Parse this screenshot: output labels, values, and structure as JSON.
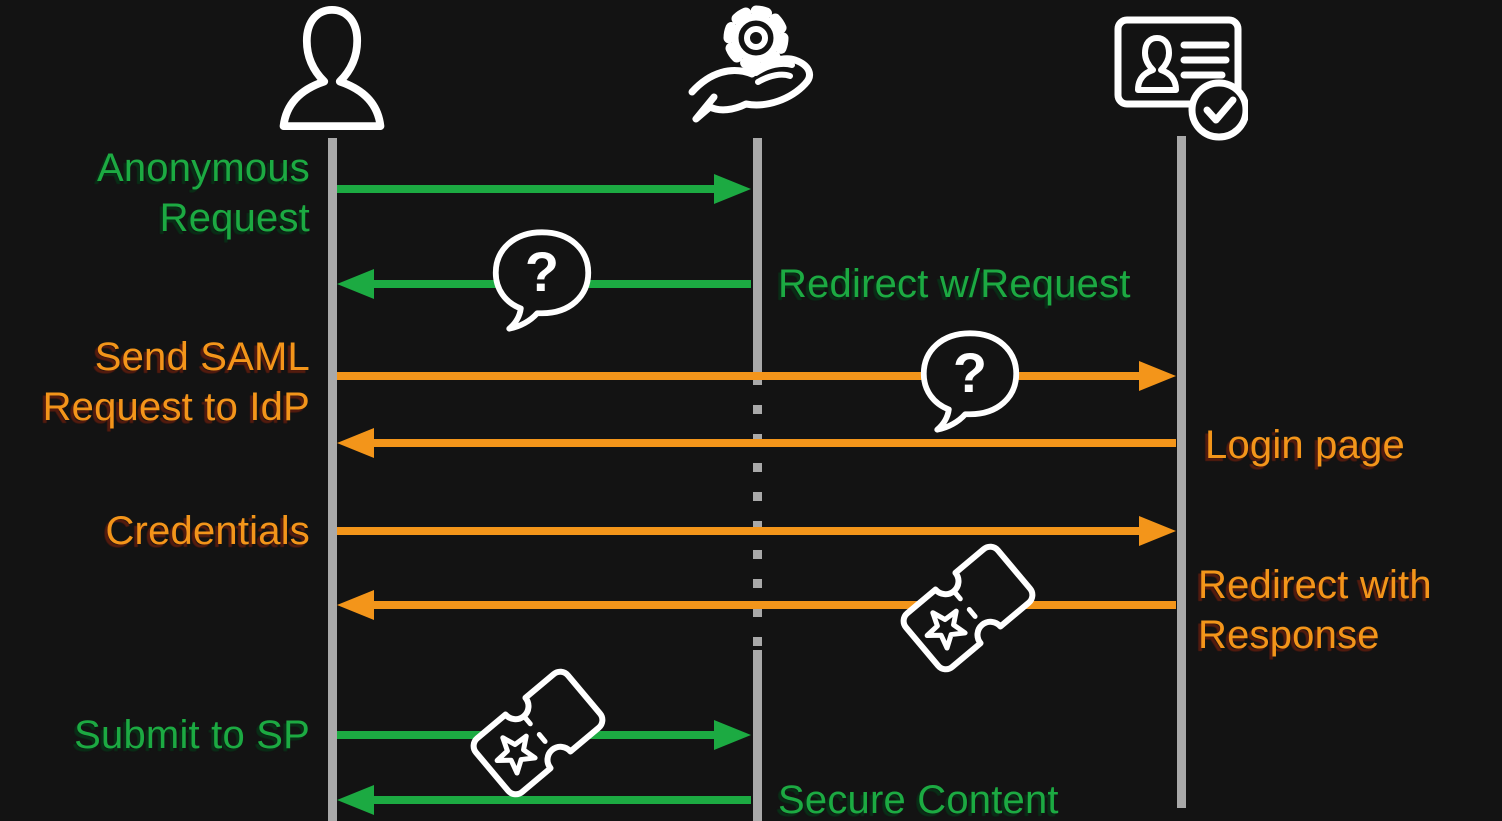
{
  "background": "#131313",
  "colors": {
    "green": "#1caa42",
    "orange": "#f3951a",
    "lifeline": "#a9a9a9",
    "icon_stroke": "#ffffff",
    "background": "#131313"
  },
  "actors": [
    {
      "name": "user",
      "icon": "person-icon"
    },
    {
      "name": "service-provider",
      "icon": "gear-in-hand-icon"
    },
    {
      "name": "identity-provider",
      "icon": "id-card-verified-icon"
    }
  ],
  "question_mark": "?",
  "messages": [
    {
      "label": "Anonymous\nRequest",
      "color": "green",
      "direction": "right",
      "from": "user",
      "to": "service-provider",
      "icon": ""
    },
    {
      "label": "Redirect w/Request",
      "color": "green",
      "direction": "left",
      "from": "service-provider",
      "to": "user",
      "icon": "question-speech-bubble"
    },
    {
      "label": "Send SAML\nRequest to IdP",
      "color": "orange",
      "direction": "right",
      "from": "user",
      "to": "identity-provider",
      "icon": "question-speech-bubble"
    },
    {
      "label": "Login page",
      "color": "orange",
      "direction": "left",
      "from": "identity-provider",
      "to": "user",
      "icon": ""
    },
    {
      "label": "Credentials",
      "color": "orange",
      "direction": "right",
      "from": "user",
      "to": "identity-provider",
      "icon": ""
    },
    {
      "label": "Redirect with\nResponse",
      "color": "orange",
      "direction": "left",
      "from": "identity-provider",
      "to": "user",
      "icon": "ticket"
    },
    {
      "label": "Submit to SP",
      "color": "green",
      "direction": "right",
      "from": "user",
      "to": "service-provider",
      "icon": "ticket"
    },
    {
      "label": "Secure Content",
      "color": "green",
      "direction": "left",
      "from": "service-provider",
      "to": "user",
      "icon": ""
    }
  ]
}
